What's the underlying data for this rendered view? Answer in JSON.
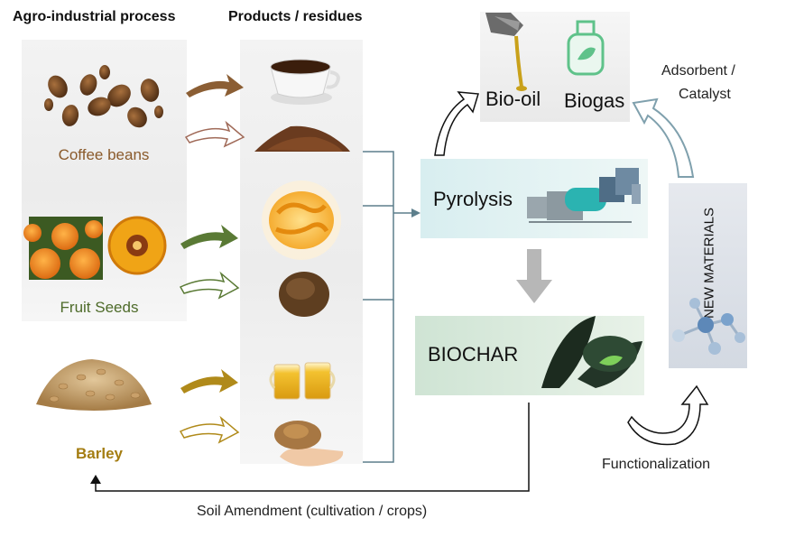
{
  "headers": {
    "process": "Agro-industrial process",
    "products": "Products / residues"
  },
  "sources": [
    {
      "label": "Coffee beans",
      "color": "#8a5a2b"
    },
    {
      "label": "Fruit Seeds",
      "color": "#4e6b2a"
    },
    {
      "label": "Barley",
      "color": "#a47d12"
    }
  ],
  "arrow_colors": {
    "coffee": "#8b5e34",
    "fruit": "#5a7a35",
    "barley": "#b08a1a"
  },
  "outputs": {
    "biooil": "Bio-oil",
    "biogas": "Biogas",
    "pyrolysis": "Pyrolysis",
    "biochar": "BIOCHAR",
    "new_materials": "NEW MATERIALS",
    "adsorbent": "Adsorbent /",
    "catalyst": "Catalyst",
    "functionalization": "Functionalization",
    "soil": "Soil Amendment (cultivation / crops)"
  },
  "icons": [
    "coffee-beans-icon",
    "coffee-cup-icon",
    "coffee-grounds-icon",
    "fruit-seeds-icon",
    "fruit-pulp-icon",
    "seed-powder-icon",
    "barley-grains-icon",
    "beer-mugs-icon",
    "spent-grain-icon",
    "oil-can-icon",
    "gas-cylinder-icon",
    "pyrolysis-plant-icon",
    "biochar-leaves-icon",
    "molecule-icon"
  ]
}
